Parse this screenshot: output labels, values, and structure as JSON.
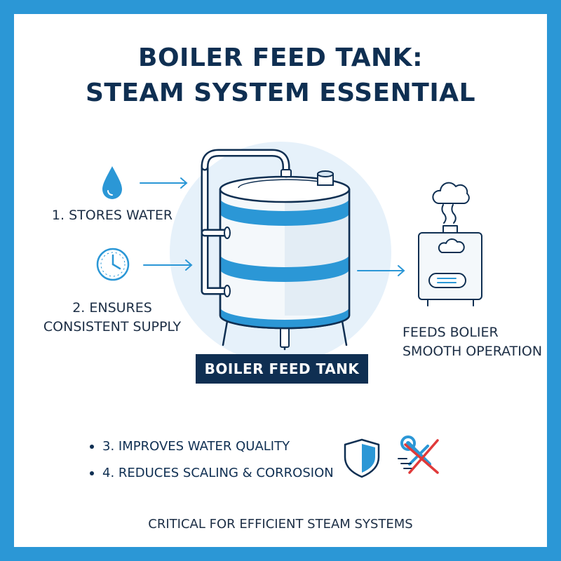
{
  "title": {
    "line1": "BOILER FEED TANK:",
    "line2": "STEAM SYSTEM ESSENTIAL"
  },
  "steps": [
    {
      "label": "1. STORES WATER",
      "icon": "water-drop-icon"
    },
    {
      "line1": "2. ENSURES",
      "line2": "CONSISTENT SUPPLY",
      "icon": "clock-icon"
    }
  ],
  "tank": {
    "label": "BOILER FEED TANK"
  },
  "output": {
    "line1": "FEEDS BOLIER",
    "line2": "SMOOTH OPERATION",
    "icon": "boiler-icon"
  },
  "benefits": [
    "3. IMPROVES WATER QUALITY",
    "4. REDUCES SCALING & CORROSION"
  ],
  "benefit_icons": [
    "shield-icon",
    "no-repair-icon"
  ],
  "footer": "CRITICAL FOR EFFICIENT STEAM SYSTEMS",
  "colors": {
    "border": "#2b97d6",
    "navy": "#0f2f52",
    "accent": "#2b97d6",
    "glow": "#e6f1fa"
  }
}
